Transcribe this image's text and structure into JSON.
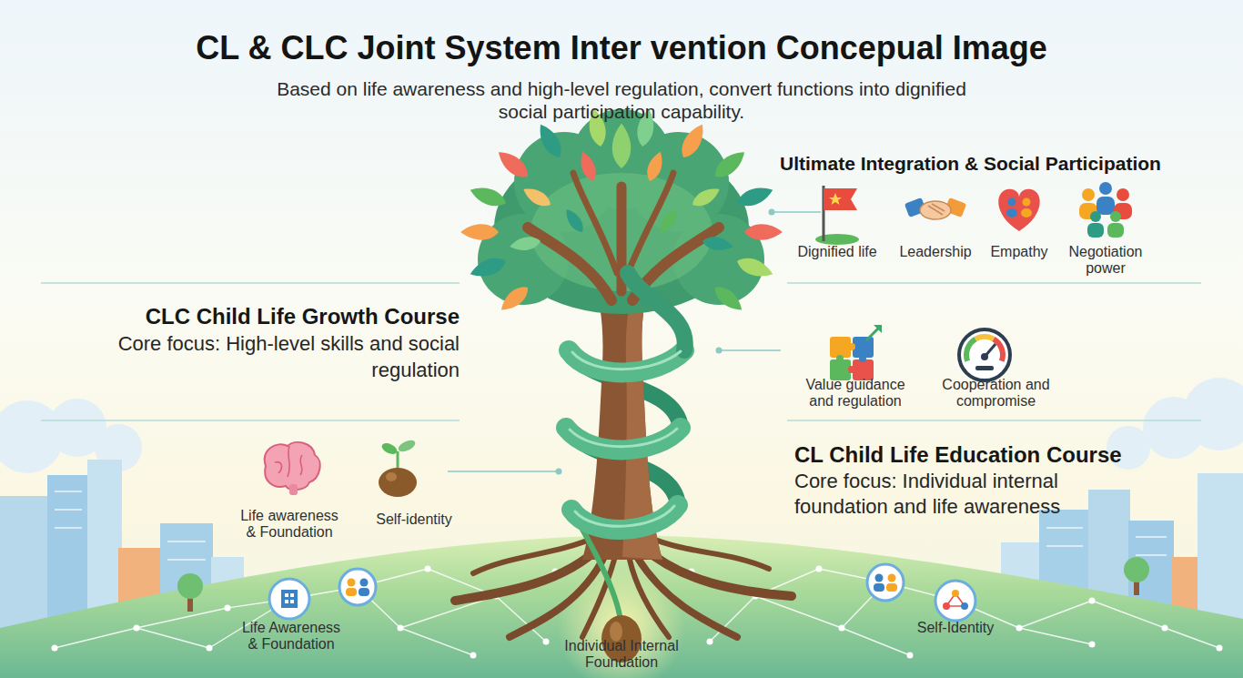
{
  "diagram": {
    "title": "CL & CLC Joint System Inter vention Concepual Image",
    "nodes": [
      {
        "text": [
          "Ultimate Integration & Social Participation"
        ]
      },
      {
        "text": [
          "Dignified life"
        ],
        "in": 0
      },
      {
        "text": [
          "Leadership"
        ],
        "in": 0
      },
      {
        "text": [
          "Empathy"
        ],
        "in": 0
      },
      {
        "text": [
          "Negotiation power"
        ],
        "in": 0
      },
      {
        "text": [
          "CLC Child Life Growth Course",
          "Core focus: High-level skills and social regulation"
        ]
      },
      {
        "text": [
          "Value guidance and regulation"
        ]
      },
      {
        "text": [
          "Cooperation and compromise"
        ]
      },
      {
        "text": [
          "CL Child Life Education Course",
          "Core focus: Individual internal foundation and life awareness"
        ]
      },
      {
        "text": [
          "Life awareness & Foundation"
        ]
      },
      {
        "text": [
          "Self-identity"
        ]
      },
      {
        "text": [
          "Life Awareness & Foundation"
        ]
      },
      {
        "text": [
          "Self-Identity"
        ]
      },
      {
        "text": [
          "Individual Internal Foundation"
        ]
      }
    ],
    "labels": [
      "Based on life awareness and high-level regulation, convert functions into dignified social participation capability."
    ]
  }
}
